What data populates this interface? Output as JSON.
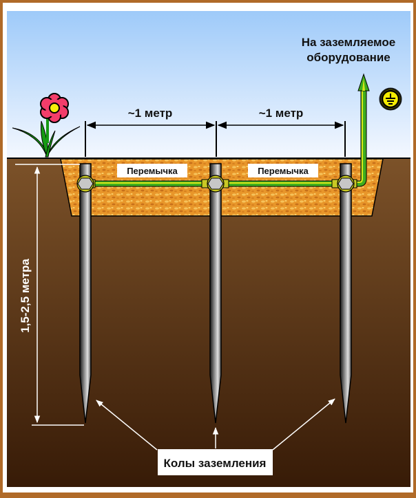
{
  "labels": {
    "target": [
      "На заземляемое",
      "оборудование"
    ],
    "distance_1": "~1 метр",
    "distance_2": "~1 метр",
    "jumper_1": "Перемычка",
    "jumper_2": "Перемычка",
    "depth": "1,5-2,5 метра",
    "rods": "Колы заземления"
  },
  "icons": {
    "flower": "flower-icon",
    "ground_symbol": "ground-symbol-icon"
  },
  "colors": {
    "frame": "#b06a28",
    "sky_top": "#9fcaf9",
    "sky_bottom": "#f2f7ff",
    "soil_top": "#7c5128",
    "soil_bottom": "#3a1e08",
    "trench": "#e79a2c",
    "wire_green": "#3fae1e",
    "wire_yellow": "#d8e61a",
    "ground_badge": "#f5ec00"
  }
}
